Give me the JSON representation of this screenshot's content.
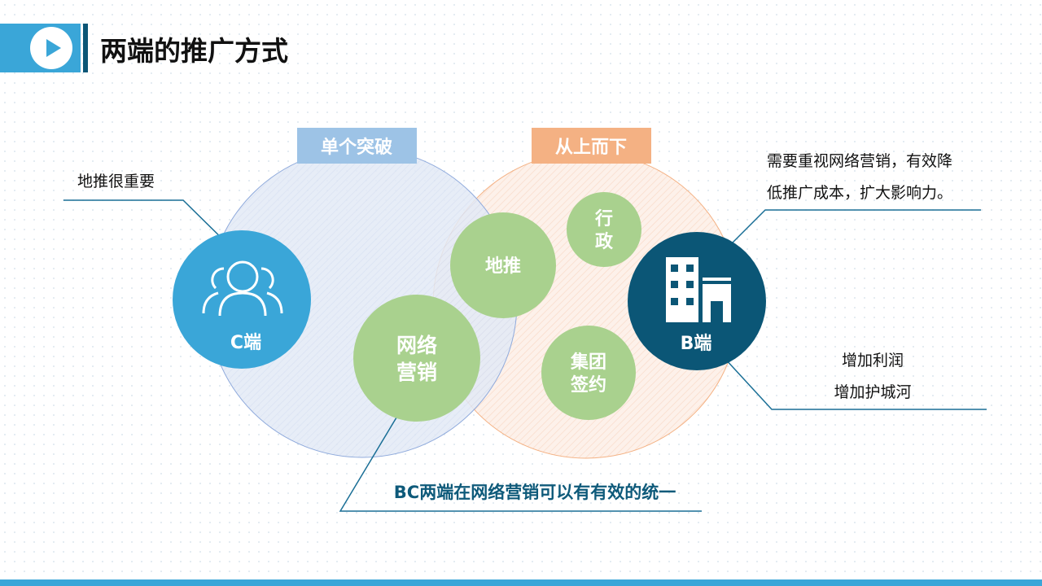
{
  "header": {
    "title": "两端的推广方式",
    "icon": "play-icon"
  },
  "diagram": {
    "left_tag": "单个突破",
    "right_tag": "从上而下",
    "c_end": "C端",
    "b_end": "B端",
    "ditui": "地推",
    "xingzheng": [
      "行",
      "政"
    ],
    "wangluo": [
      "网络",
      "营销"
    ],
    "jituan": [
      "集团",
      "签约"
    ],
    "note_left": "地推很重要",
    "note_right": [
      "需要重视网络营销，有效降",
      "低推广成本，扩大影响力。"
    ],
    "note_br": [
      "增加利润",
      "增加护城河"
    ],
    "note_bottom": "BC两端在网络营销可以有有效的统一"
  },
  "colors": {
    "blue": "#3aa6d8",
    "navy": "#0b5676",
    "green": "#a9d18e",
    "tag_blue": "#9dc3e6",
    "tag_orange": "#f4b183"
  }
}
